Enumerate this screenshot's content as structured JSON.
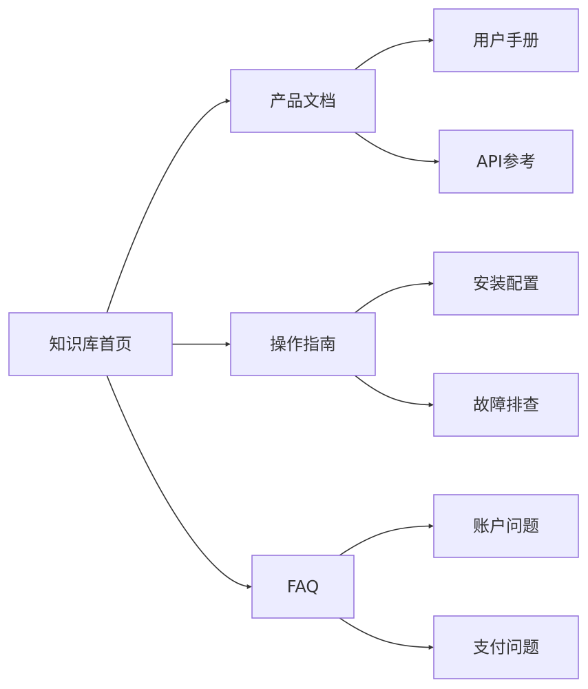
{
  "diagram": {
    "type": "flowchart",
    "direction": "LR",
    "colors": {
      "node_fill": "#ECECFF",
      "node_stroke": "#9370DB",
      "edge": "#333333",
      "text": "#333333"
    },
    "nodes": [
      {
        "id": "home",
        "label": "知识库首页"
      },
      {
        "id": "docs",
        "label": "产品文档"
      },
      {
        "id": "guide",
        "label": "操作指南"
      },
      {
        "id": "faq",
        "label": "FAQ"
      },
      {
        "id": "manual",
        "label": "用户手册"
      },
      {
        "id": "api",
        "label": "API参考"
      },
      {
        "id": "install",
        "label": "安装配置"
      },
      {
        "id": "trouble",
        "label": "故障排查"
      },
      {
        "id": "account",
        "label": "账户问题"
      },
      {
        "id": "payment",
        "label": "支付问题"
      }
    ],
    "edges": [
      {
        "from": "home",
        "to": "docs"
      },
      {
        "from": "home",
        "to": "guide"
      },
      {
        "from": "home",
        "to": "faq"
      },
      {
        "from": "docs",
        "to": "manual"
      },
      {
        "from": "docs",
        "to": "api"
      },
      {
        "from": "guide",
        "to": "install"
      },
      {
        "from": "guide",
        "to": "trouble"
      },
      {
        "from": "faq",
        "to": "account"
      },
      {
        "from": "faq",
        "to": "payment"
      }
    ]
  }
}
